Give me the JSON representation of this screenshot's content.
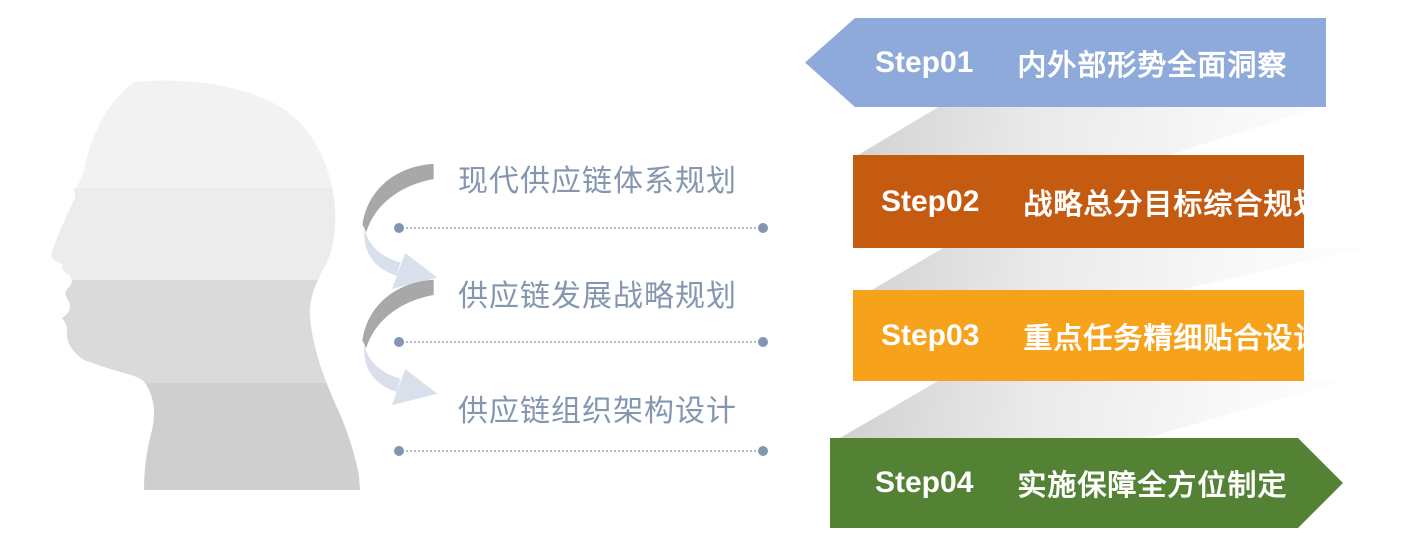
{
  "head_silhouette": {
    "band_colors": [
      "#F2F2F2",
      "#ECECEC",
      "#DADADA",
      "#CFCFCF"
    ]
  },
  "connector_arrows": {
    "dark_color": "#A8A8A8",
    "light_color": "#DAE0EB"
  },
  "planning_items": {
    "text_color": "#8496B0",
    "line_color": "#AFBDD3",
    "dot_color": "#8296B1",
    "items": [
      "现代供应链体系规划",
      "供应链发展战略规划",
      "供应链组织架构设计"
    ]
  },
  "steps": [
    {
      "number": "Step01",
      "title": "内外部形势全面洞察",
      "color": "#8EAADB",
      "shape": "chevron-left"
    },
    {
      "number": "Step02",
      "title": "战略总分目标综合规划",
      "color": "#C55A11",
      "shape": "rect"
    },
    {
      "number": "Step03",
      "title": "重点任务精细贴合设计",
      "color": "#F7A21B",
      "shape": "rect"
    },
    {
      "number": "Step04",
      "title": "实施保障全方位制定",
      "color": "#548235",
      "shape": "chevron-right"
    }
  ]
}
